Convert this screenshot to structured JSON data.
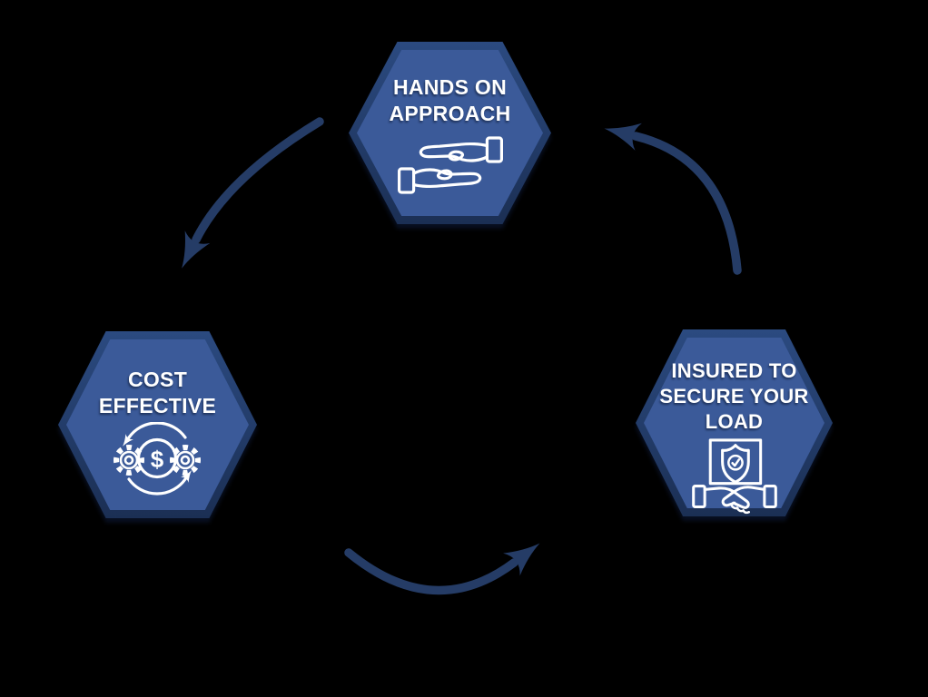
{
  "diagram": {
    "description": "Three-step cycle infographic with hexagonal nodes connected by hand-drawn curved arrows"
  },
  "colors": {
    "canvas_background": "#000000",
    "hex_fill": "#3b5a99",
    "hex_border_top": "#2b4a80",
    "hex_border_bottom": "#1b2f54",
    "arrow": "#253c66",
    "icon_stroke": "#ffffff",
    "label_text": "#ffffff"
  },
  "nodes": [
    {
      "id": "hands-on-approach",
      "lines": [
        "HANDS ON",
        "APPROACH"
      ],
      "icon": "hands-exchange-icon"
    },
    {
      "id": "cost-effective",
      "lines": [
        "COST",
        "EFFECTIVE"
      ],
      "icon": "gears-dollar-cycle-icon",
      "icon_symbol": "$"
    },
    {
      "id": "insured-to-secure-your-load",
      "lines": [
        "INSURED TO",
        "SECURE YOUR",
        "LOAD"
      ],
      "icon": "handshake-shield-icon"
    }
  ],
  "arrows": [
    {
      "id": "top-to-left",
      "from": "hands-on-approach",
      "to": "cost-effective",
      "style": "curved"
    },
    {
      "id": "left-to-right",
      "from": "cost-effective",
      "to": "insured-to-secure-your-load",
      "style": "curved"
    },
    {
      "id": "right-to-top",
      "from": "insured-to-secure-your-load",
      "to": "hands-on-approach",
      "style": "curved"
    }
  ]
}
